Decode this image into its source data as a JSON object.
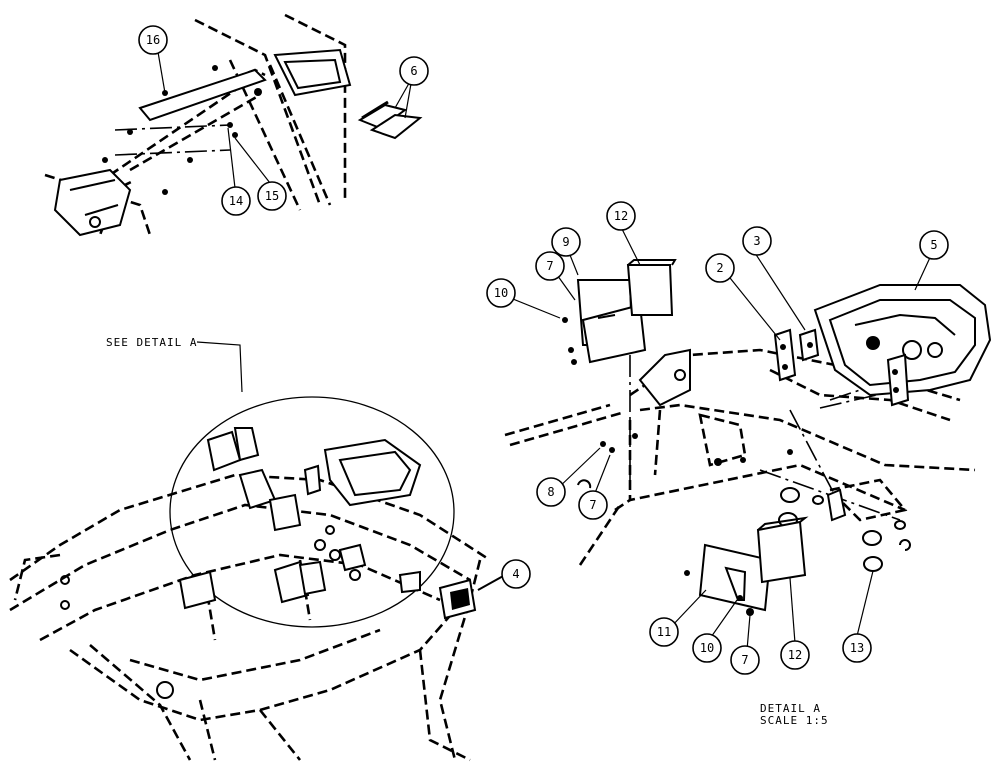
{
  "callouts": {
    "c16": "16",
    "c6": "6",
    "c14": "14",
    "c15": "15",
    "c12a": "12",
    "c9": "9",
    "c7a": "7",
    "c10a": "10",
    "c3": "3",
    "c5": "5",
    "c2": "2",
    "c8": "8",
    "c7b": "7",
    "c4": "4",
    "c11": "11",
    "c10b": "10",
    "c7c": "7",
    "c12b": "12",
    "c13": "13"
  },
  "notes": {
    "see_detail": "SEE DETAIL  A",
    "detail_title": "DETAIL  A",
    "detail_scale": "SCALE  1:5"
  }
}
